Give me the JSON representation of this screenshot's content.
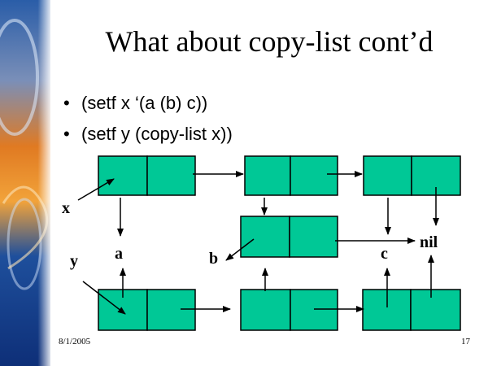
{
  "slide": {
    "title": "What about copy-list cont’d",
    "bullets": [
      "(setf x ‘(a (b) c))",
      "(setf y (copy-list x))"
    ],
    "footer_date": "8/1/2005",
    "footer_page": "17"
  },
  "diagram": {
    "labels": {
      "x": "x",
      "y": "y",
      "a": "a",
      "b": "b",
      "c": "c",
      "nil": "nil"
    },
    "colors": {
      "cell_fill": "#00c896",
      "stroke": "#000000"
    }
  }
}
